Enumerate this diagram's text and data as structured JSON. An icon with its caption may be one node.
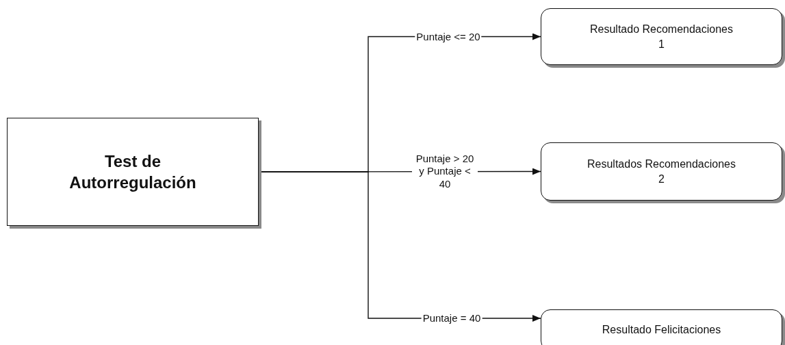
{
  "diagram": {
    "nodes": [
      {
        "text": [
          "Test de Autorregulación"
        ]
      },
      {
        "text": [
          "Resultado Recomendaciones 1"
        ]
      },
      {
        "text": [
          "Resultados Recomendaciones 2"
        ]
      },
      {
        "text": [
          "Resultado Felicitaciones"
        ]
      }
    ],
    "edges": [
      {
        "from": 0,
        "to": 1,
        "arrow": "to",
        "label": "Puntaje <= 20"
      },
      {
        "from": 0,
        "to": 2,
        "arrow": "to",
        "label": "Puntaje > 20 y Puntaje < 40"
      },
      {
        "from": 0,
        "to": 3,
        "arrow": "to",
        "label": "Puntaje = 40"
      }
    ]
  }
}
